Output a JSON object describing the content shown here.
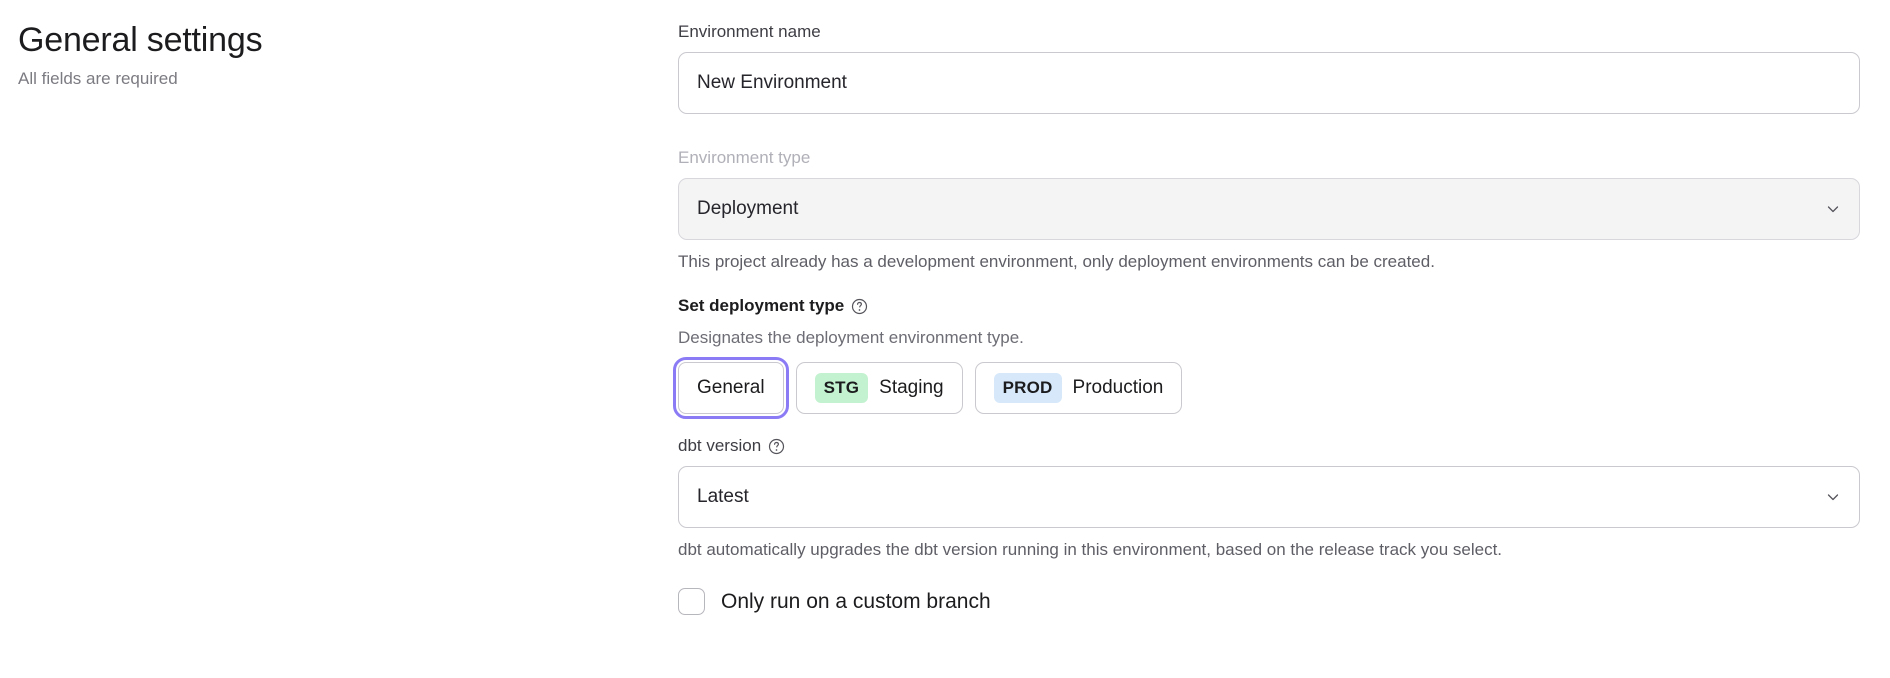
{
  "header": {
    "title": "General settings",
    "subtitle": "All fields are required"
  },
  "form": {
    "environment_name": {
      "label": "Environment name",
      "value": "New Environment",
      "placeholder": "Environment name"
    },
    "environment_type": {
      "label": "Environment type",
      "value": "Deployment",
      "disabled": true,
      "helper": "This project already has a development environment, only deployment environments can be created."
    },
    "deployment_type": {
      "label": "Set deployment type",
      "help_icon": "question-circle-icon",
      "description": "Designates the deployment environment type.",
      "options": [
        {
          "label": "General",
          "badge": "",
          "badge_color": "",
          "selected": true
        },
        {
          "label": "Staging",
          "badge": "STG",
          "badge_color": "#c3f2d0",
          "selected": false
        },
        {
          "label": "Production",
          "badge": "PROD",
          "badge_color": "#d6e8fa",
          "selected": false
        }
      ]
    },
    "dbt_version": {
      "label": "dbt version",
      "help_icon": "question-circle-icon",
      "value": "Latest",
      "helper": "dbt automatically upgrades the dbt version running in this environment, based on the release track you select."
    },
    "custom_branch": {
      "label": "Only run on a custom branch",
      "checked": false
    }
  },
  "icons": {
    "chevron_down": "chevron-down-icon"
  },
  "colors": {
    "focus_ring": "#8b7cf5",
    "staging_badge": "#c3f2d0",
    "production_badge": "#d6e8fa",
    "border": "#c9c9cf",
    "disabled_bg": "#f4f4f5"
  }
}
